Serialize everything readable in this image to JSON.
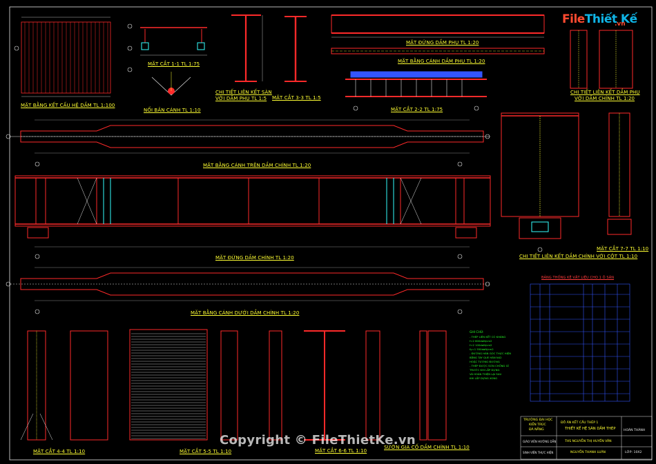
{
  "brand": {
    "name": "File",
    "name2": "Thiết Kế",
    "suffix": ".vn"
  },
  "watermark": "Copyright © FileThietKe.vn",
  "labels": {
    "mb_ket_cau": "MẶT BẰNG KẾT CẤU HỆ DẦM TL 1:100",
    "mc11": "MẶT CẮT 1-1 TL 1:75",
    "ct_san": "CHI TIẾT LIÊN KẾT SÀN",
    "ct_san2": "VỚI DẦM PHỤ TL 1:5",
    "mc33": "MẶT CẮT 3-3 TL 1:5",
    "noi_canh": "NỐI BẢN CÁNH TL 1:10",
    "md_phu": "MẶT ĐỨNG DẦM PHỤ TL 1:20",
    "mb_canh_phu": "MẶT BẰNG CÁNH DẦM PHỤ TL 1:20",
    "mc22": "MẶT CẮT 2-2 TL 1:75",
    "ct_phu": "CHI TIẾT LIÊN KẾT DẦM PHỤ",
    "ct_phu2": "VỚI DẦM CHÍNH TL 1:20",
    "mb_canh_tren": "MẶT BẰNG CÁNH TRÊN DẦM CHÍNH TL 1:20",
    "md_chinh": "MẶT ĐỨNG DẦM CHÍNH TL 1:20",
    "mb_canh_duoi": "MẶT BẰNG CÁNH DƯỚI DẦM CHÍNH TL 1:20",
    "mc77": "MẶT CẮT 7-7 TL 1:10",
    "ct_cot": "CHI TIẾT LIÊN KẾT DẦM CHÍNH VỚI CỘT TL 1:10",
    "mc44": "MẶT CẮT 4-4 TL 1:10",
    "mc55": "MẶT CẮT 5-5 TL 1:10",
    "mc66": "MẶT CẮT 6-6 TL 1:10",
    "suon": "SƯỜN GIA CỐ DẦM CHÍNH TL 1:10",
    "bang_thong_ke": "BẢNG THỐNG KÊ VẬT LIỆU CHO 1 Ô SÀN"
  },
  "notes": {
    "title": "GHI CHÚ:",
    "lines": [
      "- THÉP LIÊN KẾT CÓ KHÁNG",
      "  f=2 800daN/cm2",
      "  f=2 100daN/cm2",
      "  fy=1 550daN/cm2",
      "- ĐƯỜNG HÀN GÓC THỰC HIỆN",
      "  BẰNG TAY QUE HÀN N42",
      "  HOẶC TƯƠNG ĐƯƠNG",
      "- THÉP ĐƯỢC SƠN CHỐNG GỈ",
      "  TRƯỚC KHI LẮP DỰNG",
      "  VÀ HOÀN THIỆN LẠI SAU",
      "  KHI LẮP DỰNG XONG"
    ]
  },
  "title_block": {
    "school1": "TRƯỜNG ĐẠI HỌC",
    "school2": "KIẾN TRÚC",
    "school3": "ĐÀ NẴNG",
    "project1": "ĐỒ ÁN KẾT CẤU THÉP 1",
    "project2": "THIẾT KẾ HỆ SÀN DẦM THÉP",
    "gv_label": "GIÁO VIÊN HƯỚNG DẪN",
    "gv_name": "THS NGUYỄN THỊ HUYỀN VÂN",
    "sv_label": "SINH VIÊN THỰC HIỆN",
    "sv_name": "NGUYỄN THANH LUÂN",
    "status": "HOÀN THÀNH",
    "class": "LỚP: 10X2"
  },
  "colors": {
    "bg": "#000000",
    "red": "#ff2a2a",
    "yellow": "#ffff33",
    "cyan": "#33ffff",
    "green": "#27ff27",
    "white": "#e8e8e8",
    "blue": "#3355ff"
  }
}
